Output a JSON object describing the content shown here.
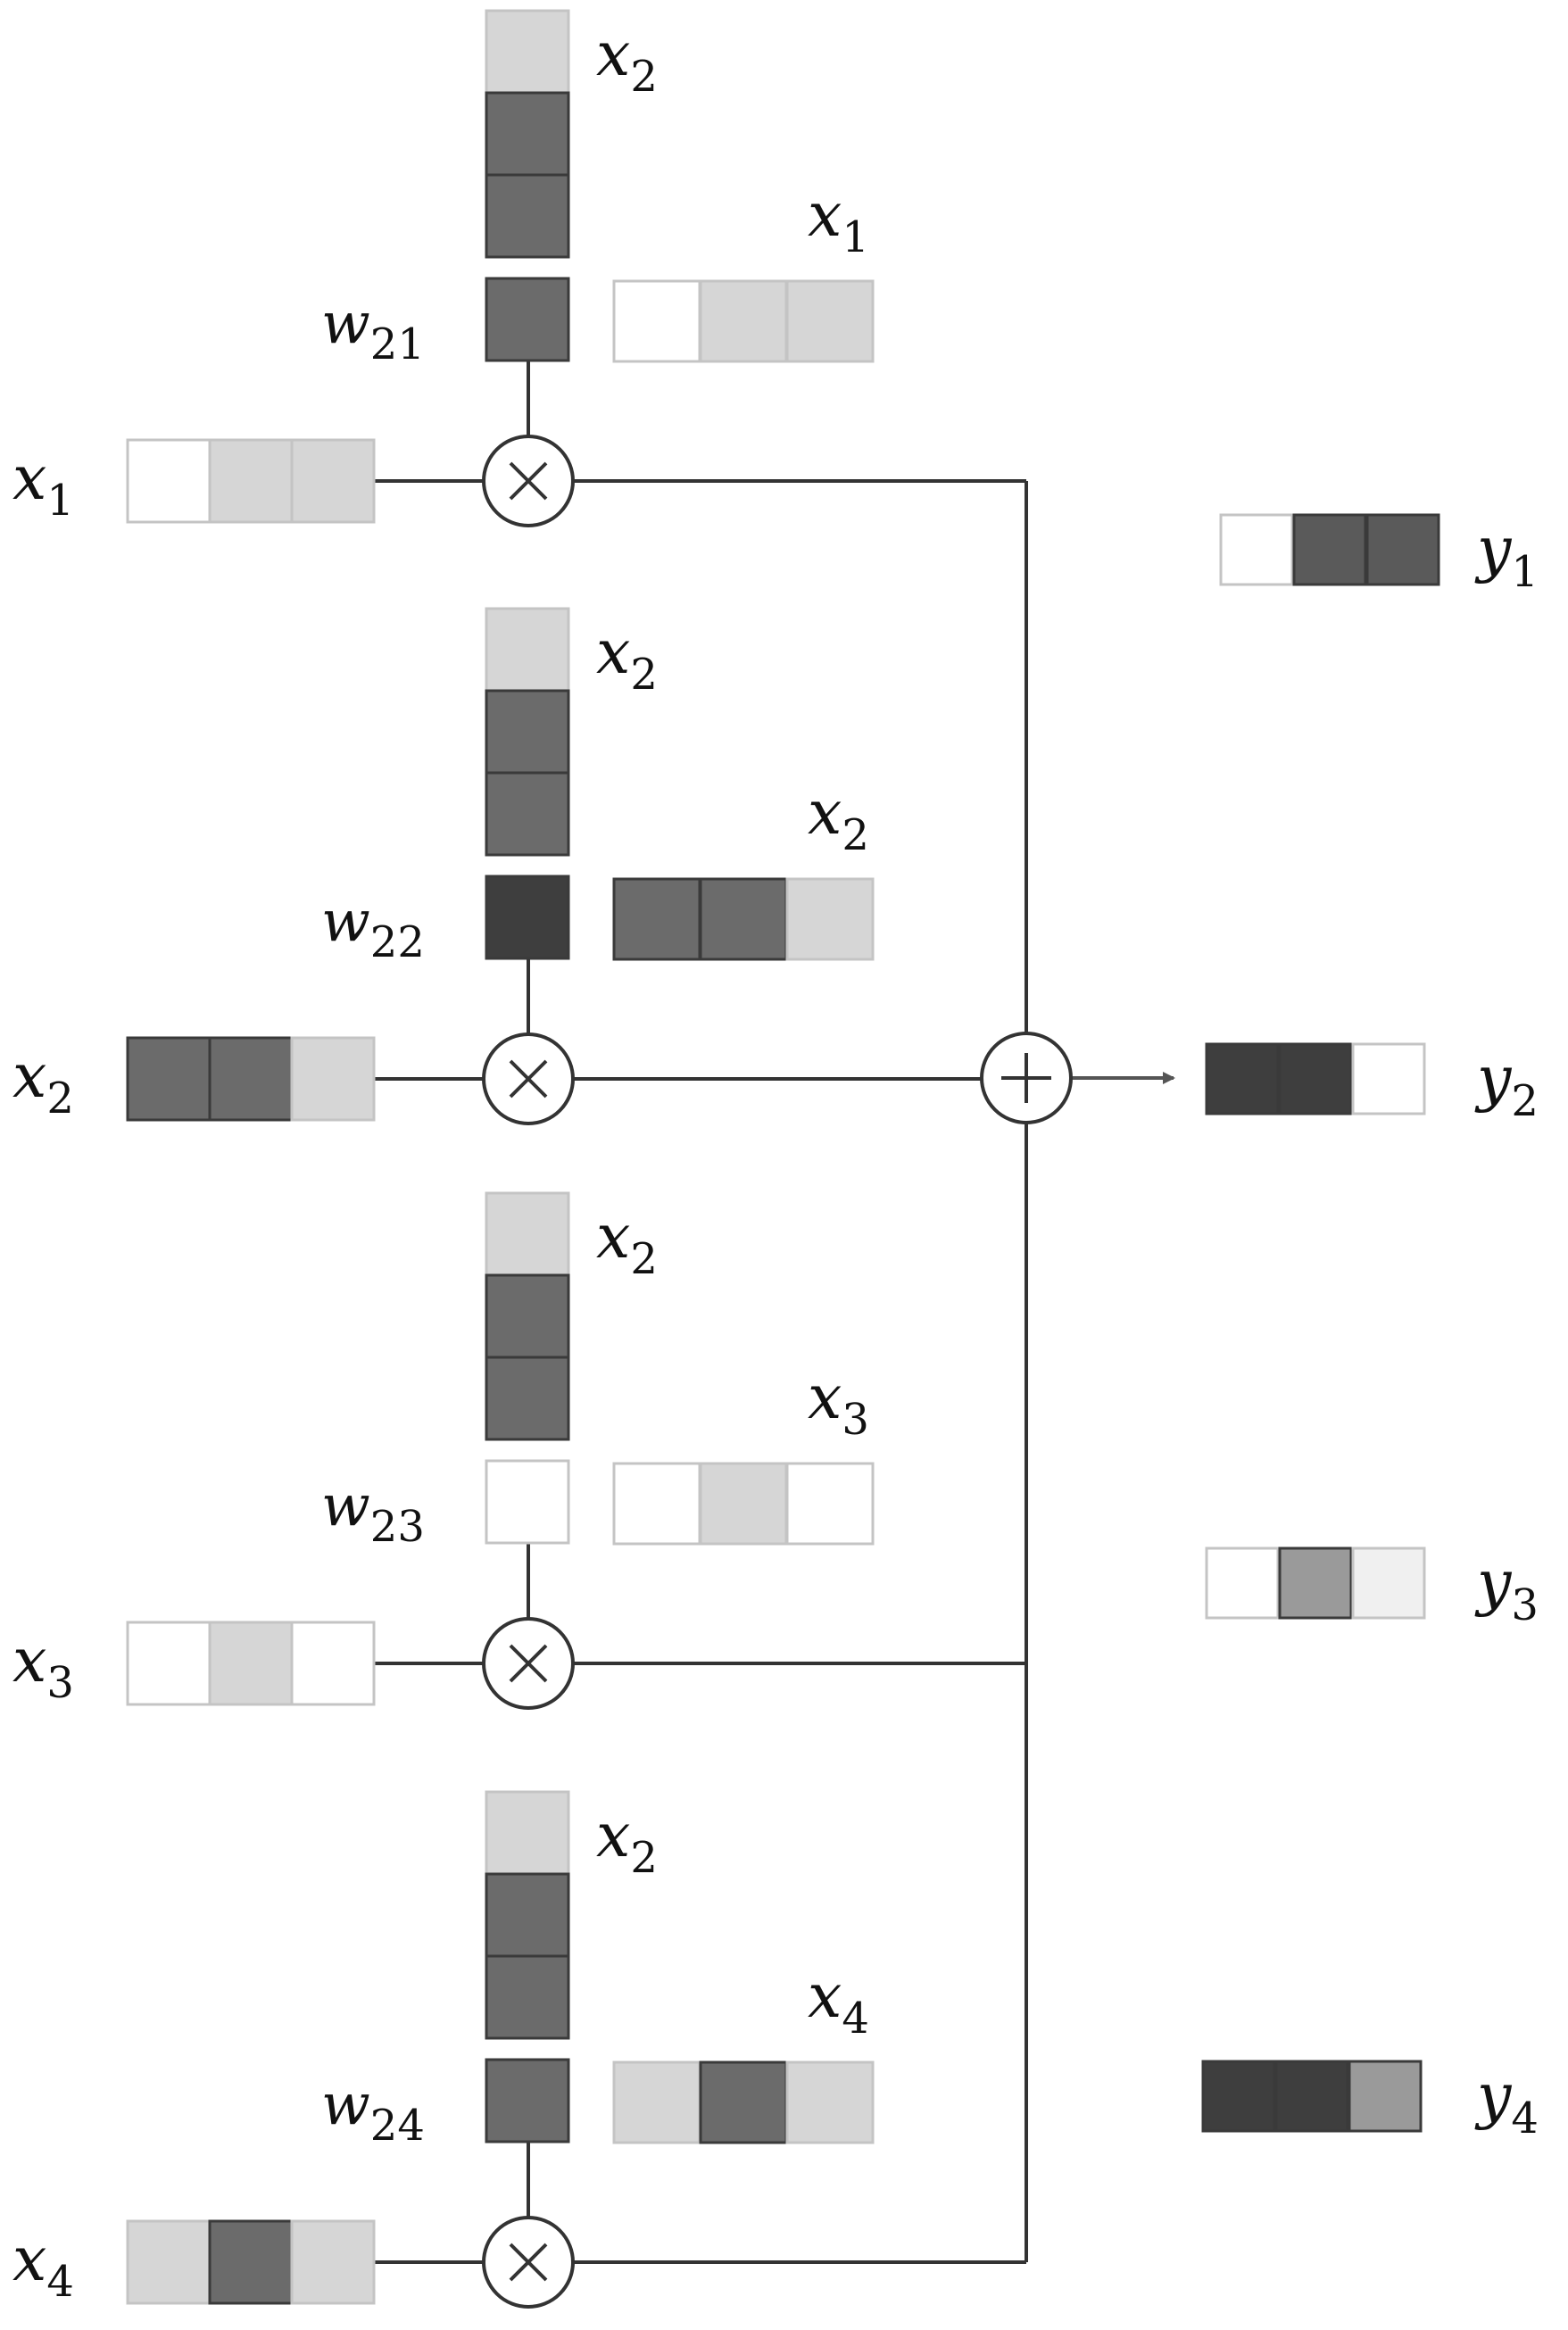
{
  "colors": {
    "white": "#ffffff",
    "very_light": "#f0f0f0",
    "light": "#d6d6d6",
    "mid": "#9a9a9a",
    "dark": "#6b6b6b",
    "darker": "#5a5a5a",
    "darkest": "#3e3e3e",
    "line": "#333333"
  },
  "icons": {
    "multiply": "multiply-operator-icon",
    "add": "add-operator-icon",
    "arrow": "arrow-right-icon"
  },
  "blocks": [
    {
      "query_label": {
        "base": "x",
        "sub": "2"
      },
      "query": [
        "light",
        "dark",
        "dark"
      ],
      "key_label": {
        "base": "x",
        "sub": "1"
      },
      "key": [
        "white",
        "light",
        "light"
      ],
      "weight_label": {
        "base": "w",
        "sub": "21"
      },
      "weight": "dark",
      "input_label": {
        "base": "x",
        "sub": "1"
      },
      "input": [
        "white",
        "light",
        "light"
      ]
    },
    {
      "query_label": {
        "base": "x",
        "sub": "2"
      },
      "query": [
        "light",
        "dark",
        "dark"
      ],
      "key_label": {
        "base": "x",
        "sub": "2"
      },
      "key": [
        "dark",
        "dark",
        "light"
      ],
      "weight_label": {
        "base": "w",
        "sub": "22"
      },
      "weight": "darkest",
      "input_label": {
        "base": "x",
        "sub": "2"
      },
      "input": [
        "dark",
        "dark",
        "light"
      ]
    },
    {
      "query_label": {
        "base": "x",
        "sub": "2"
      },
      "query": [
        "light",
        "dark",
        "dark"
      ],
      "key_label": {
        "base": "x",
        "sub": "3"
      },
      "key": [
        "white",
        "light",
        "white"
      ],
      "weight_label": {
        "base": "w",
        "sub": "23"
      },
      "weight": "white",
      "input_label": {
        "base": "x",
        "sub": "3"
      },
      "input": [
        "white",
        "light",
        "white"
      ]
    },
    {
      "query_label": {
        "base": "x",
        "sub": "2"
      },
      "query": [
        "light",
        "dark",
        "dark"
      ],
      "key_label": {
        "base": "x",
        "sub": "4"
      },
      "key": [
        "light",
        "dark",
        "light"
      ],
      "weight_label": {
        "base": "w",
        "sub": "24"
      },
      "weight": "dark",
      "input_label": {
        "base": "x",
        "sub": "4"
      },
      "input": [
        "light",
        "dark",
        "light"
      ]
    }
  ],
  "outputs": [
    {
      "label": {
        "base": "y",
        "sub": "1"
      },
      "cells": [
        "white",
        "darker",
        "darker"
      ]
    },
    {
      "label": {
        "base": "y",
        "sub": "2"
      },
      "cells": [
        "darkest",
        "darkest",
        "white"
      ]
    },
    {
      "label": {
        "base": "y",
        "sub": "3"
      },
      "cells": [
        "white",
        "mid",
        "very_light"
      ]
    },
    {
      "label": {
        "base": "y",
        "sub": "4"
      },
      "cells": [
        "darkest",
        "darkest",
        "mid"
      ]
    }
  ]
}
